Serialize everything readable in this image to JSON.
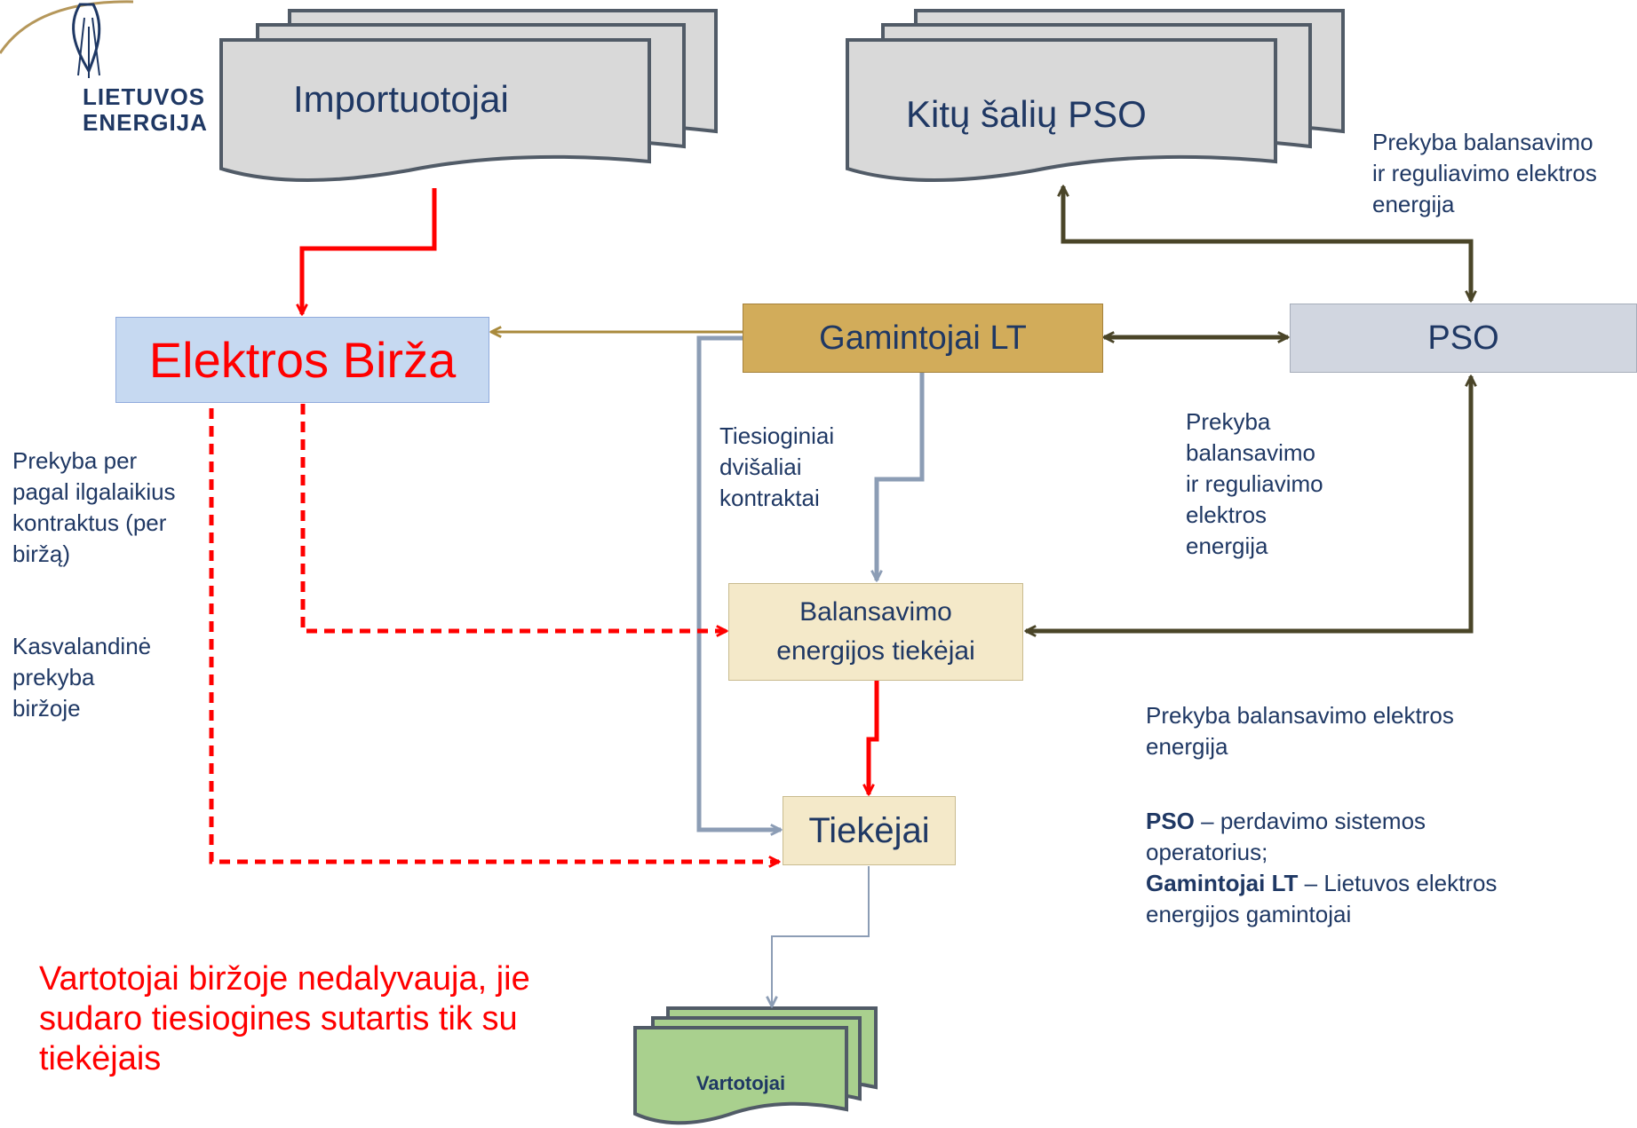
{
  "logo": {
    "text": "LIETUVOS\nENERGIJA"
  },
  "nodes": {
    "importers": "Importuotojai",
    "other_tso": "Kitų šalių PSO",
    "exchange": "Elektros Birža",
    "producers": "Gamintojai LT",
    "tso": "PSO",
    "balancing_suppliers": "Balansavimo\nenergijos tiekėjai",
    "suppliers": "Tiekėjai",
    "consumers": "Vartotojai"
  },
  "edge_labels": {
    "tso_to_other_tso": "Prekyba balansavimo\nir reguliavimo elektros\n energija",
    "bilateral": "Tiesioginiai\ndvišaliai\nkontraktai",
    "producers_tso": "Prekyba\nbalansavimo\nir reguliavimo\nelektros\nenergija",
    "long_term": "Prekyba per\npagal ilgalaikius\nkontraktus (per\nbiržą)",
    "hourly": "Kasvalandinė\nprekyba\nbiržoje",
    "balancing": "Prekyba balansavimo elektros\nenergija"
  },
  "legend": {
    "pso_term": "PSO",
    "pso_def": " – perdavimo sistemos\noperatorius;",
    "gam_term": "Gamintojai LT",
    "gam_def": " – Lietuvos elektros\nenergijos gamintojai"
  },
  "note": "Vartotojai biržoje nedalyvauja, jie\nsudaro tiesiogines sutartis tik su\ntiekėjais",
  "colors": {
    "red": "#ff0000",
    "dark_olive": "#4a4528",
    "gray_blue": "#8c9db5",
    "gold_line": "#a98a3c",
    "doc_fill": "#d9d9d9",
    "doc_stroke": "#515b67",
    "exchange_fill": "#c6d9f1",
    "producers_fill": "#d2ac5a",
    "tso_fill": "#d1d6e0",
    "cream_fill": "#f4e9c9",
    "green_fill": "#a9d08e",
    "text_blue": "#1f3864"
  }
}
